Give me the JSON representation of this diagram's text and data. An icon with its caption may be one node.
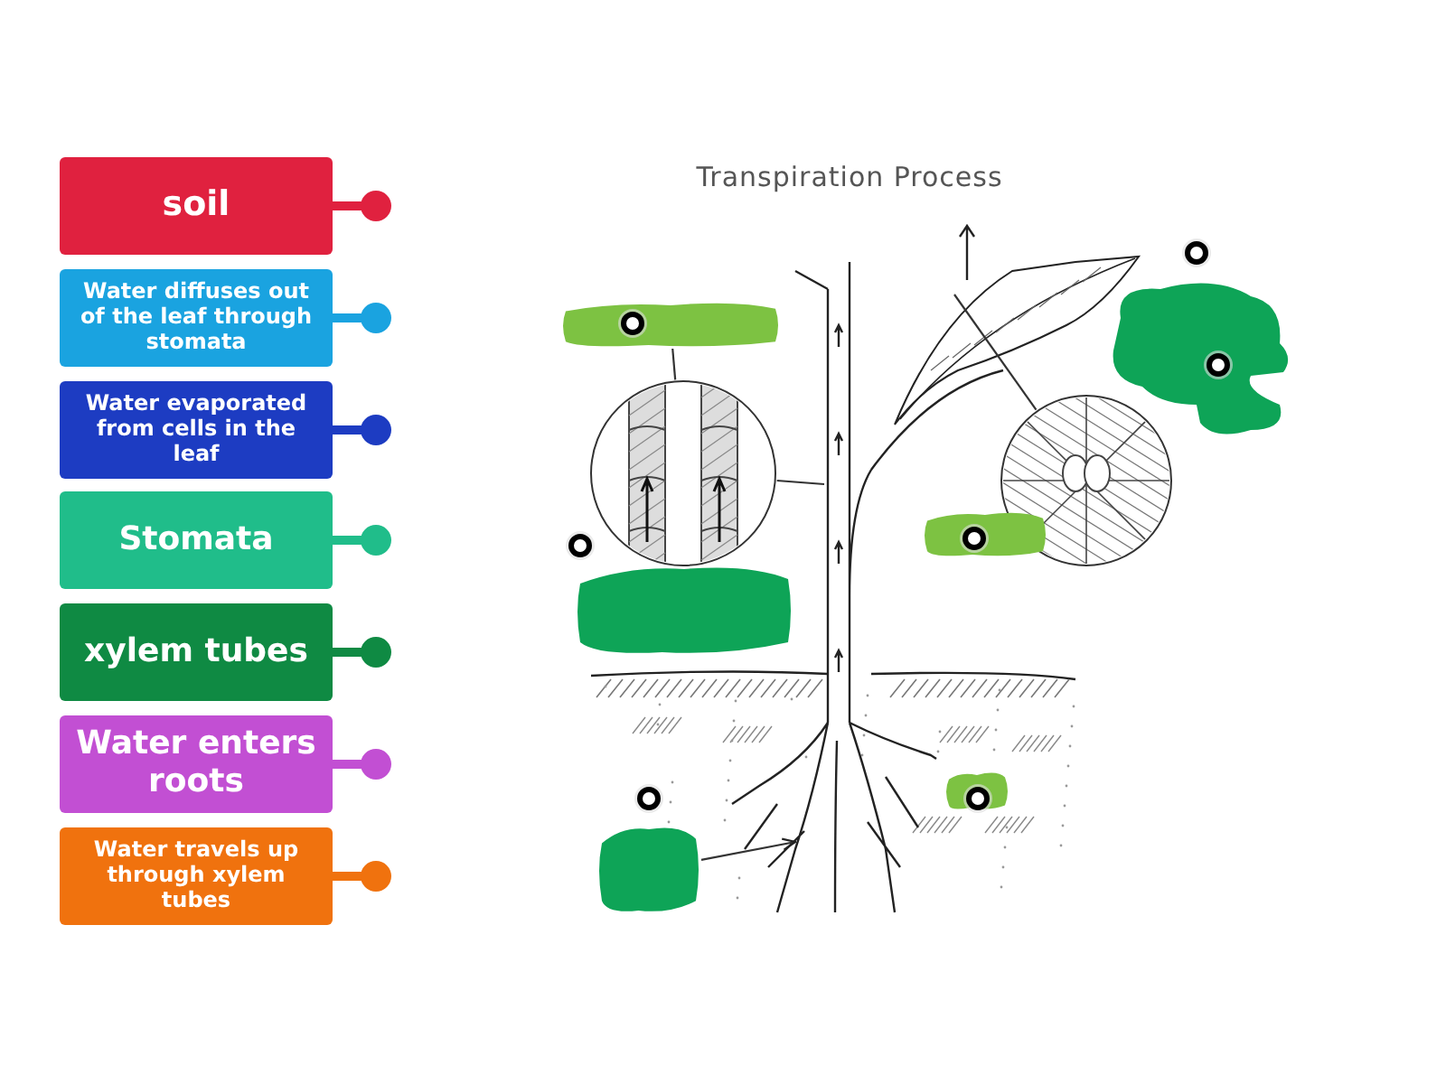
{
  "diagram": {
    "title": "Transpiration Process",
    "nodes": [
      {
        "text": [
          "soil"
        ]
      },
      {
        "text": [
          "Water diffuses out of the leaf through stomata"
        ]
      },
      {
        "text": [
          "Water evaporated from cells in the leaf"
        ]
      },
      {
        "text": [
          "Stomata"
        ]
      },
      {
        "text": [
          "xylem tubes"
        ]
      },
      {
        "text": [
          "Water enters roots"
        ]
      },
      {
        "text": [
          "Water travels up through xylem tubes"
        ]
      },
      {
        "text": [],
        "shape": "box"
      },
      {
        "text": [],
        "shape": "circle"
      },
      {
        "text": [],
        "shape": "cloud"
      },
      {
        "text": [],
        "shape": "circle"
      },
      {
        "text": [],
        "shape": "box"
      },
      {
        "text": [],
        "shape": "box"
      },
      {
        "text": [],
        "shape": "box"
      },
      {
        "text": [],
        "shape": "box"
      }
    ],
    "edges": [
      {
        "from": 7,
        "to": 8,
        "arrow": "none"
      },
      {
        "from": 8,
        "to": null,
        "arrow": "none"
      },
      {
        "from": 11,
        "to": 10,
        "arrow": "none"
      },
      {
        "from": 10,
        "to": null,
        "arrow": "none"
      },
      {
        "from": 13,
        "to": null,
        "arrow": "to"
      }
    ]
  }
}
